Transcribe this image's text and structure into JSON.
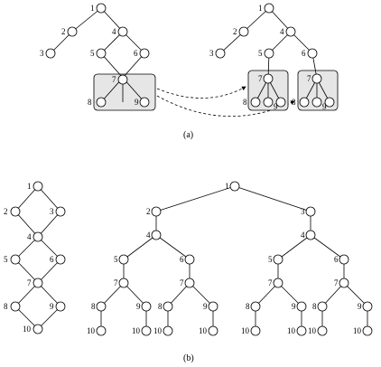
{
  "panel_a": {
    "caption": "(a)",
    "left_graph": {
      "labels": {
        "n1": "1",
        "n2": "2",
        "n3": "3",
        "n4": "4",
        "n5": "5",
        "n6": "6",
        "n7": "7",
        "n8": "8",
        "n9": "9"
      }
    },
    "right_tree": {
      "labels": {
        "n1": "1",
        "n2": "2",
        "n3": "3",
        "n4": "4",
        "n5": "5",
        "n6": "6",
        "b1_7": "7",
        "b1_8": "8",
        "b1_9": "9",
        "b2_7": "7",
        "b2_8": "8",
        "b2_9": "9"
      }
    }
  },
  "panel_b": {
    "caption": "(b)",
    "left_graph": {
      "labels": {
        "n1": "1",
        "n2": "2",
        "n3": "3",
        "n4": "4",
        "n5": "5",
        "n6": "6",
        "n7": "7",
        "n8": "8",
        "n9": "9",
        "n10": "10"
      }
    },
    "tree": {
      "root": "1",
      "level2": [
        "2",
        "3"
      ],
      "level3": [
        "4",
        "4"
      ],
      "level4": [
        "5",
        "6",
        "5",
        "6"
      ],
      "level5": [
        "7",
        "7",
        "7",
        "7"
      ],
      "level6": [
        "8",
        "9",
        "8",
        "9",
        "8",
        "9",
        "8",
        "9"
      ],
      "level7": [
        "10",
        "10",
        "10",
        "10",
        "10",
        "10",
        "10",
        "10"
      ]
    }
  }
}
